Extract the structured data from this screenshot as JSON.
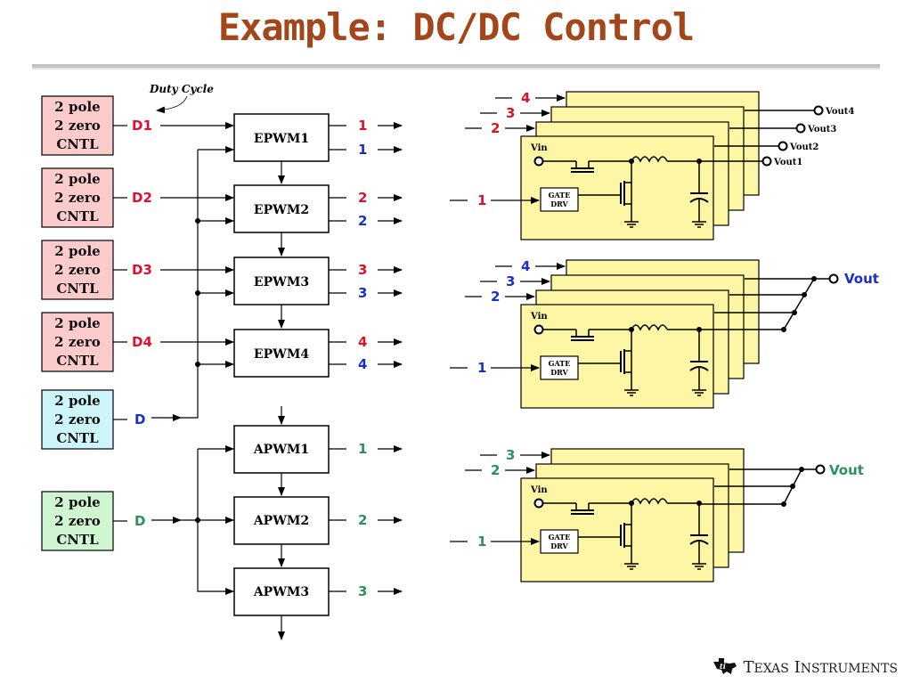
{
  "title": "Example:  DC/DC Control",
  "duty_cycle_label": "Duty Cycle",
  "controllers": [
    {
      "line1": "2 pole",
      "line2": "2 zero",
      "line3": "CNTL",
      "signal": "D1"
    },
    {
      "line1": "2 pole",
      "line2": "2 zero",
      "line3": "CNTL",
      "signal": "D2"
    },
    {
      "line1": "2 pole",
      "line2": "2 zero",
      "line3": "CNTL",
      "signal": "D3"
    },
    {
      "line1": "2 pole",
      "line2": "2 zero",
      "line3": "CNTL",
      "signal": "D4"
    },
    {
      "line1": "2 pole",
      "line2": "2 zero",
      "line3": "CNTL",
      "signal": "D"
    },
    {
      "line1": "2 pole",
      "line2": "2 zero",
      "line3": "CNTL",
      "signal": "D"
    }
  ],
  "blocks": [
    "EPWM1",
    "EPWM2",
    "EPWM3",
    "EPWM4",
    "APWM1",
    "APWM2",
    "APWM3"
  ],
  "outputs": {
    "epwm": [
      [
        "1",
        "1"
      ],
      [
        "2",
        "2"
      ],
      [
        "3",
        "3"
      ],
      [
        "4",
        "4"
      ]
    ],
    "apwm": [
      "1",
      "2",
      "3"
    ]
  },
  "converter_panels": {
    "top": {
      "inputs": [
        "4",
        "3",
        "2",
        "1"
      ],
      "outputs": [
        "Vout4",
        "Vout3",
        "Vout2",
        "Vout1"
      ]
    },
    "middle": {
      "inputs": [
        "4",
        "3",
        "2",
        "1"
      ],
      "output": "Vout"
    },
    "bottom": {
      "inputs": [
        "3",
        "2",
        "1"
      ],
      "output": "Vout"
    }
  },
  "vin_label": "Vin",
  "gate_label": [
    "GATE",
    "DRV"
  ],
  "logo": {
    "name": "Texas Instruments",
    "initial1": "T",
    "rest1": "EXAS",
    "initial2": "I",
    "rest2": "NSTRUMENTS"
  },
  "colors": {
    "title": "#a3461a",
    "red": "#e0102a",
    "blue": "#1a2fd0",
    "green": "#2a9458",
    "panel": "#fdf7a5",
    "ctl_red": "#fccccc",
    "ctl_blue": "#cdf6fb",
    "ctl_green": "#d0f5d2"
  }
}
